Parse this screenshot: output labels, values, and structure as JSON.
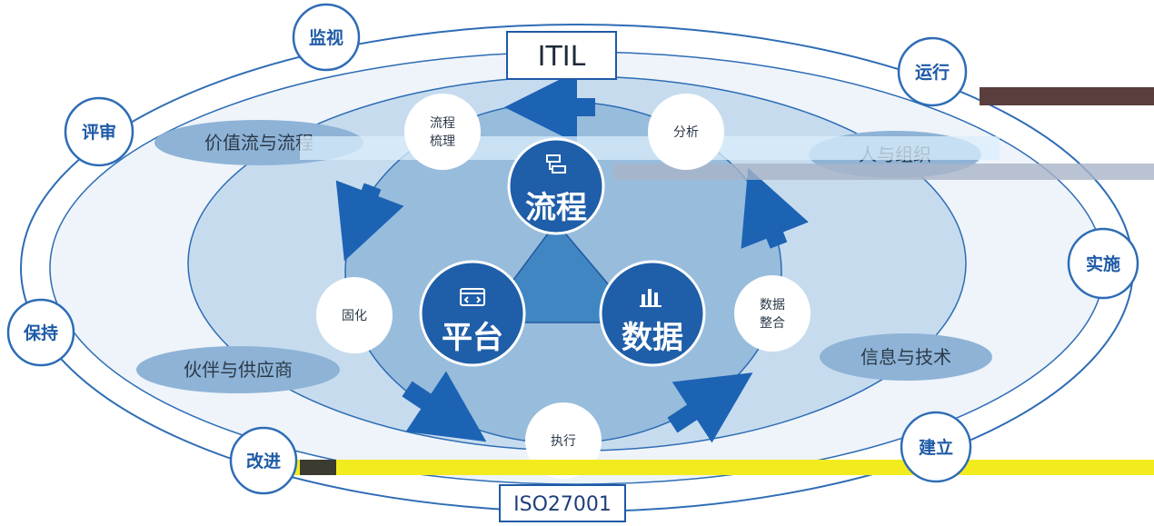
{
  "standards": {
    "top": "ITIL",
    "bottom": "ISO27001"
  },
  "lifecycle": {
    "monitor": "监视",
    "run": "运行",
    "implement": "实施",
    "build": "建立",
    "improve": "改进",
    "maintain": "保持",
    "review": "评审"
  },
  "dimensions": {
    "value_stream": "价值流与流程",
    "people": "人与组织",
    "information": "信息与技术",
    "partners": "伙伴与供应商"
  },
  "cycle_steps": {
    "sorting": [
      "流程",
      "梳理"
    ],
    "analysis": "分析",
    "integration": [
      "数据",
      "整合"
    ],
    "execution": "执行",
    "solidify": "固化"
  },
  "core": {
    "process": "流程",
    "platform": "平台",
    "data": "数据"
  },
  "icons": {
    "process": "process-flow-icon",
    "platform": "code-window-icon",
    "data": "bar-chart-icon"
  },
  "colors": {
    "outer_stroke": "#2d6cb5",
    "ring1": "#eef4fa",
    "ring2": "#c6dcee",
    "ring3": "#98bcdc",
    "dim_ellipse": "#8eb3d6",
    "core_circle": "#1f5ea8",
    "triangle": "#3f86c2",
    "arrow": "#1c63b4",
    "highlight_bar": "#f2ec1f"
  }
}
